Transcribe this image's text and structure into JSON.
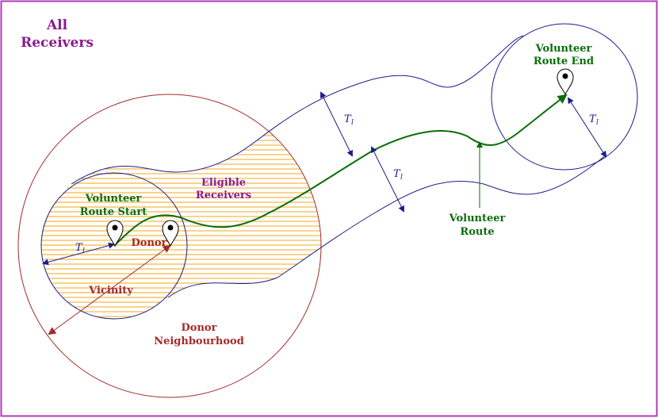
{
  "colors": {
    "frame": "#b03ab8",
    "receivers": "#8b1a8f",
    "route": "#0a6e0a",
    "donor": "#a52a2a",
    "circle": "#1c1c8c",
    "hatch": "#f2b134"
  },
  "labels": {
    "all_receivers_1": "All",
    "all_receivers_2": "Receivers",
    "route_start_1": "Volunteer",
    "route_start_2": "Route Start",
    "route_end_1": "Volunteer",
    "route_end_2": "Route End",
    "eligible_1": "Eligible",
    "eligible_2": "Receivers",
    "donor": "Donor",
    "vicinity": "Vicinity",
    "neighbourhood_1": "Donor",
    "neighbourhood_2": "Neighbourhood",
    "volunteer_route_1": "Volunteer",
    "volunteer_route_2": "Route"
  },
  "tolerance": {
    "symbol": "T",
    "subscript": "l"
  },
  "icons": [
    "map-pin-icon",
    "map-pin-icon",
    "map-pin-icon"
  ]
}
